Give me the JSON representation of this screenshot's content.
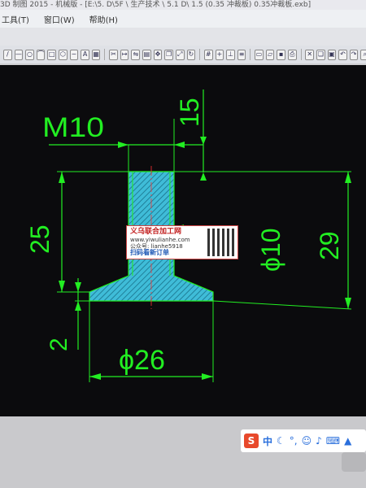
{
  "window": {
    "title": "3D 制图 2015 - 机械版 - [E:\\5. D\\5F \\ 生产技术 \\ 5.1 D\\ 1.5 (0.35 冲裁板) 0.35冲裁板.exb]"
  },
  "menu": {
    "items": [
      "工具(T)",
      "窗口(W)",
      "帮助(H)"
    ]
  },
  "toolbar": {
    "icons": [
      "pen-icon",
      "line-icon",
      "circle-icon",
      "arc-icon",
      "rect-icon",
      "polygon-icon",
      "spline-icon",
      "text-icon",
      "hatch-icon",
      "trim-icon",
      "extend-icon",
      "mirror-icon",
      "array-icon",
      "move-icon",
      "copy-icon",
      "scale-icon",
      "rotate-icon",
      "grid-icon",
      "snap-icon",
      "ortho-icon",
      "layer-icon",
      "color-icon",
      "new-icon",
      "open-icon",
      "save-icon",
      "print-icon",
      "cut-icon",
      "copy2-icon",
      "paste-icon",
      "undo-icon",
      "redo-icon",
      "zoom-icon",
      "pan-icon"
    ]
  },
  "drawing": {
    "dims": {
      "m10": "M10",
      "d15": "15",
      "d25": "25",
      "d10": "ϕ10",
      "d29": "29",
      "d2": "2",
      "d26": "ϕ26"
    },
    "colors": {
      "line": "#22ee22",
      "part": "#38b6d6",
      "hatch": "#1a7c9a",
      "center": "#ff3333",
      "background": "#0b0b0d"
    }
  },
  "watermark": {
    "brand": "义乌联合加工网",
    "url": "www.yiwulianhe.com",
    "contact": "公众号: lianhe5918",
    "scan": "扫码看新订单"
  },
  "ime": {
    "logo": "S",
    "mode": "中"
  }
}
